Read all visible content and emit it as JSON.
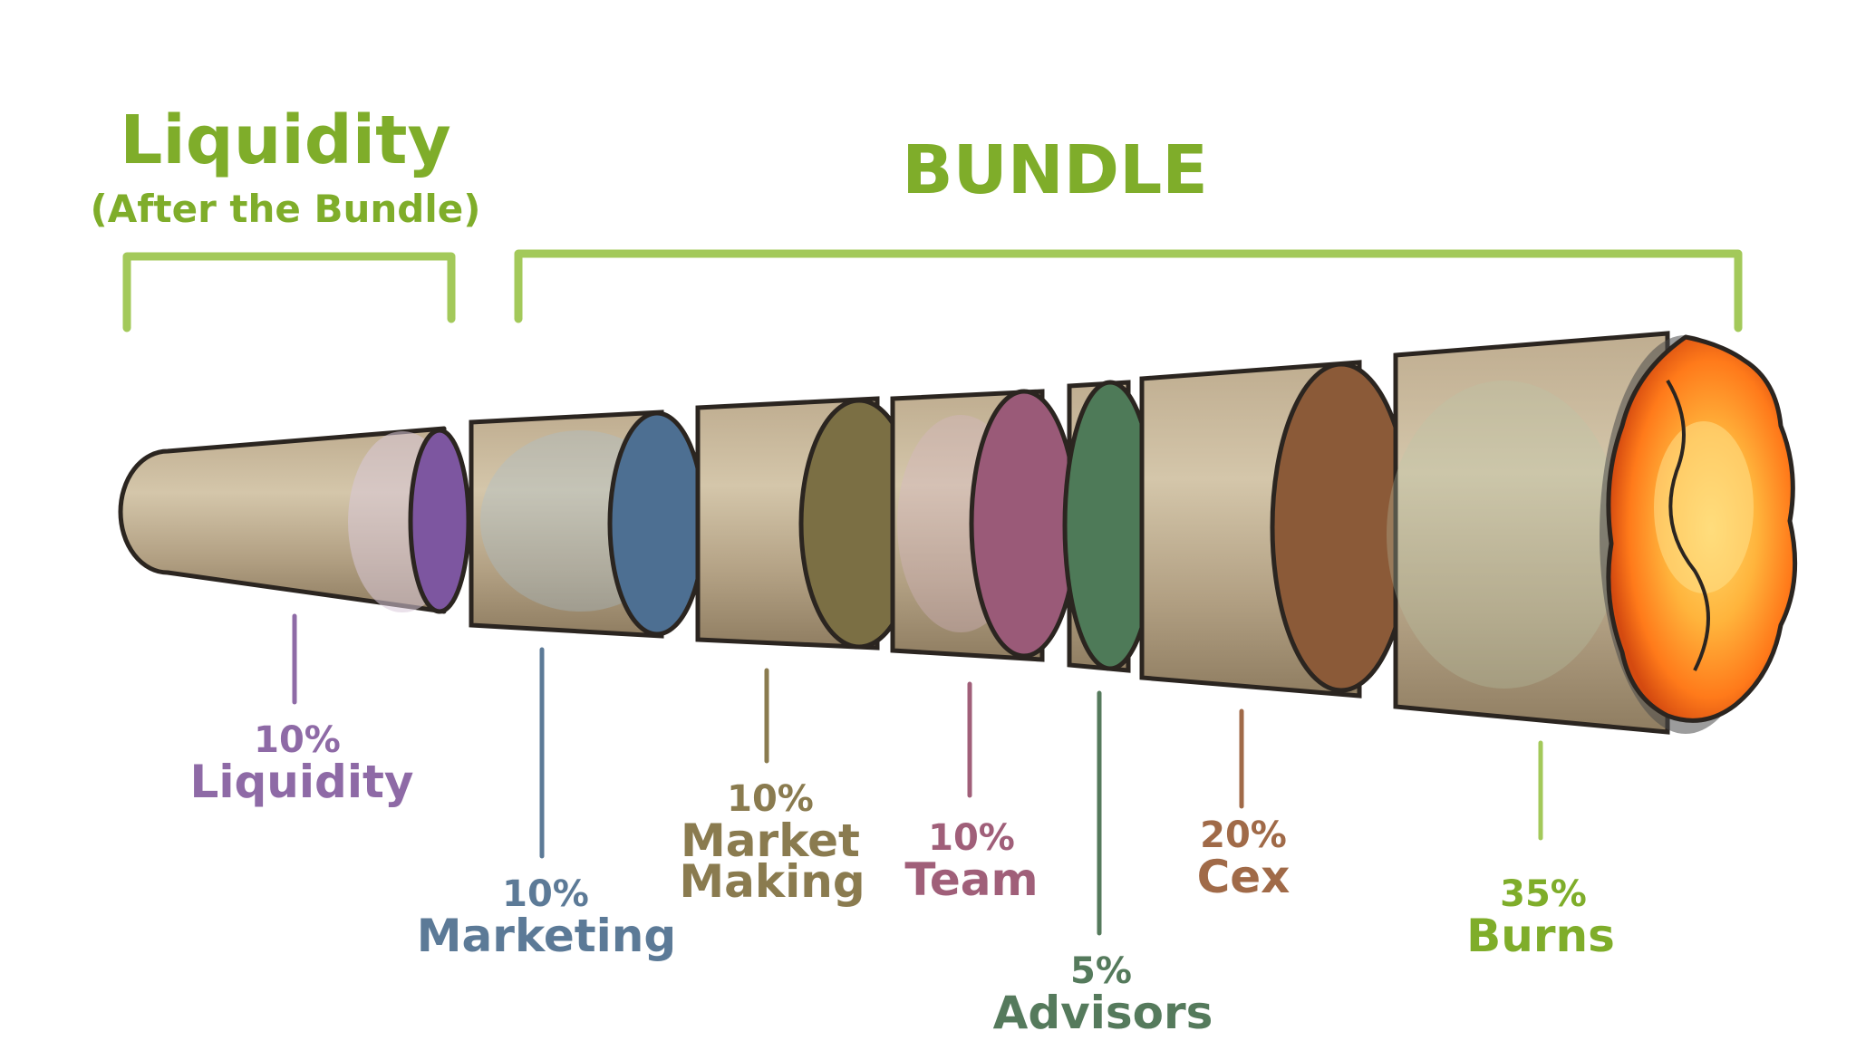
{
  "headers": {
    "liquidity_title": "Liquidity",
    "liquidity_subtitle": "(After the Bundle)",
    "bundle_title": "BUNDLE",
    "color": "#7fad2a"
  },
  "allocations": [
    {
      "percent": "10%",
      "name": "Liquidity",
      "color": "#8e6aa6",
      "band": "#7d56a0"
    },
    {
      "percent": "10%",
      "name": "Marketing",
      "color": "#5c7a97",
      "band": "#4d6f92"
    },
    {
      "percent": "10%",
      "name_line1": "Market",
      "name_line2": "Making",
      "color": "#8a7b4f",
      "band": "#7b6f44"
    },
    {
      "percent": "10%",
      "name": "Team",
      "color": "#a05f79",
      "band": "#9a5a78"
    },
    {
      "percent": "5%",
      "name": "Advisors",
      "color": "#557a5c",
      "band": "#4e7a58"
    },
    {
      "percent": "20%",
      "name": "Cex",
      "color": "#a06a48",
      "band": "#8b5a38"
    },
    {
      "percent": "35%",
      "name": "Burns",
      "color": "#7fad2a",
      "band": "#ff7a1a"
    }
  ]
}
